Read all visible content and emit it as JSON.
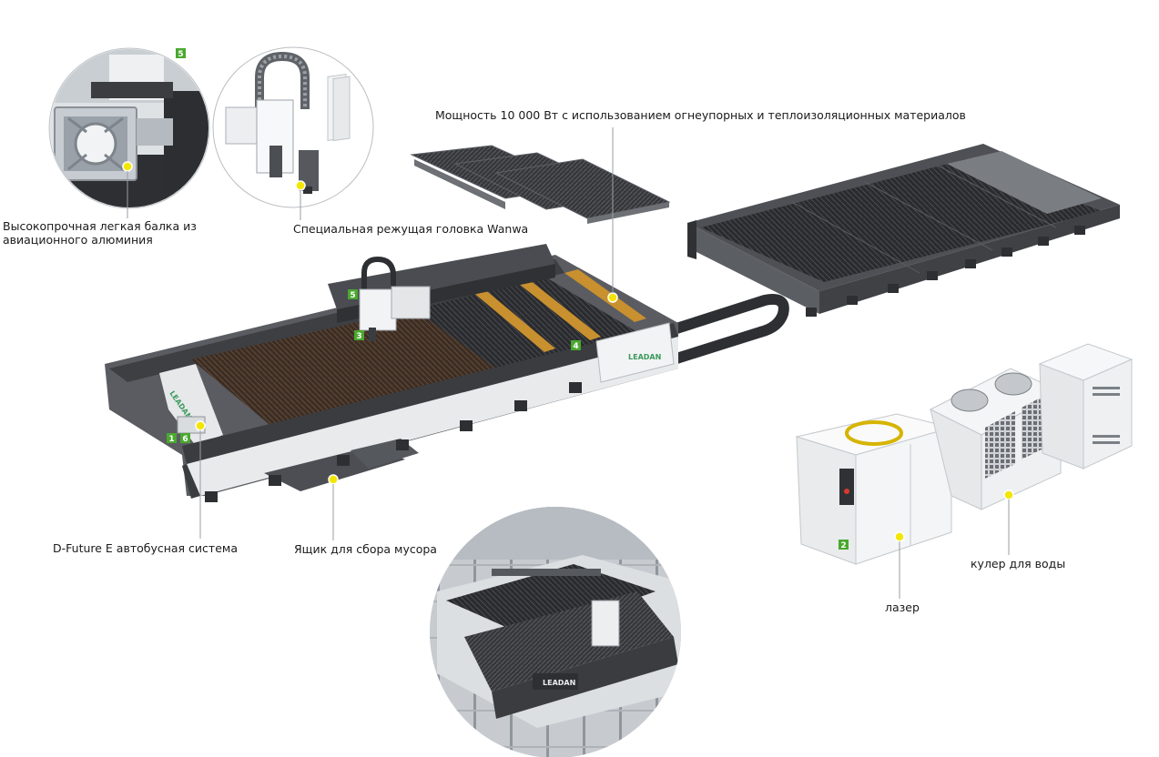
{
  "labels": {
    "beam": "Высокопрочная легкая балка из авиационного алюминия",
    "cutting_head": "Специальная режущая головка Wanwa",
    "power": "Мощность 10 000 Вт с использованием огнеупорных и теплоизоляционных материалов",
    "bus_system": "D-Future E автобусная система",
    "waste_box": "Ящик для сбора мусора",
    "laser": "лазер",
    "water_cooler": "кулер для воды"
  },
  "badges": [
    "1",
    "2",
    "3",
    "4",
    "5",
    "6"
  ],
  "machine_brand": "LEADAN",
  "colors": {
    "dark_frame": "#3d3f43",
    "mid_frame": "#6a6c70",
    "light_panel": "#e4e6e8",
    "cabinet": "#f1f2f3",
    "accent_orange": "#c8902e",
    "hotspot_yellow": "#f3e600",
    "badge_green": "#4aa82e",
    "wanwa_green": "#3a9a5a"
  }
}
